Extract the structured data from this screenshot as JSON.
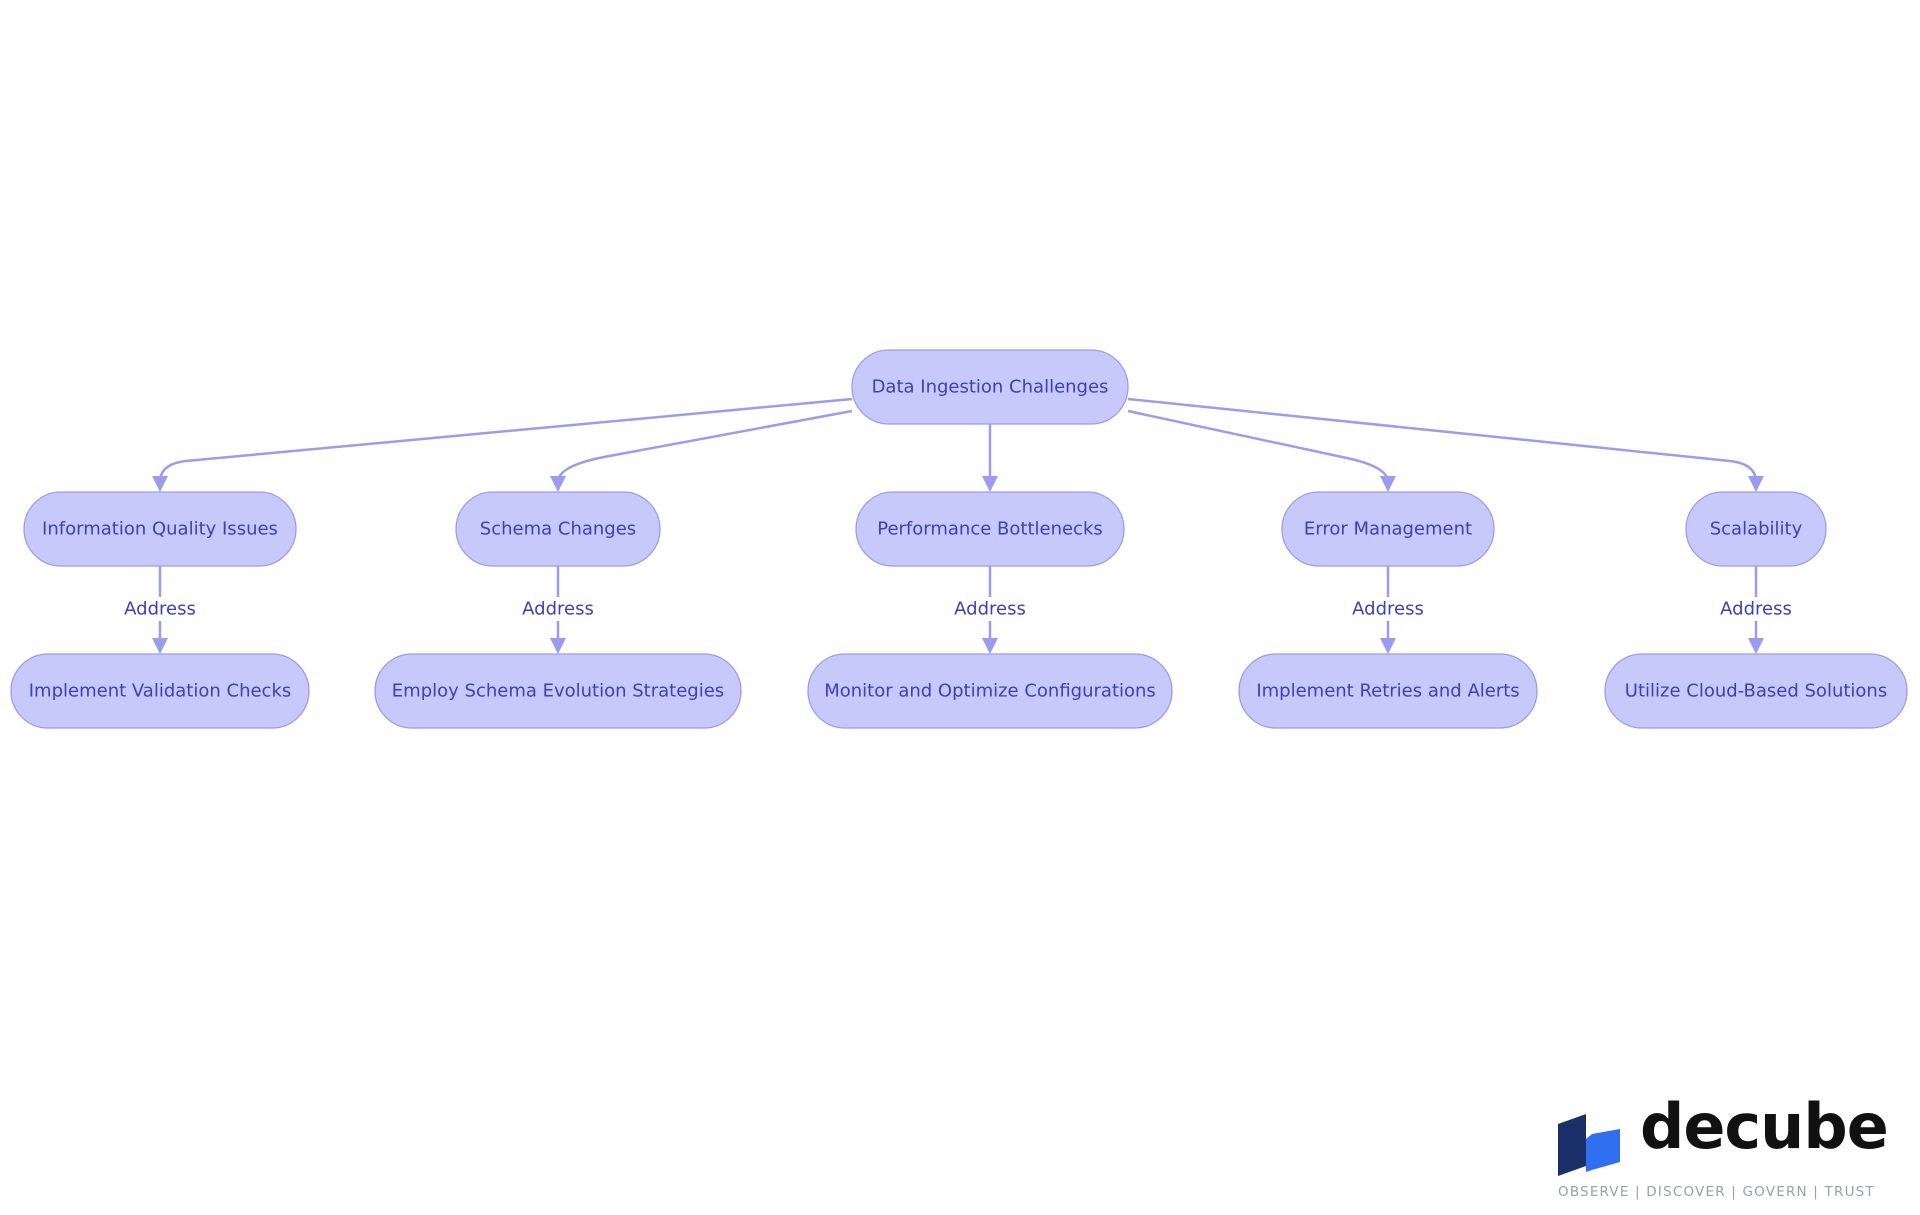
{
  "diagram": {
    "type": "flowchart",
    "root": {
      "id": "root",
      "label": "Data Ingestion Challenges"
    },
    "challenges": [
      {
        "id": "c1",
        "label": "Information Quality Issues"
      },
      {
        "id": "c2",
        "label": "Schema Changes"
      },
      {
        "id": "c3",
        "label": "Performance Bottlenecks"
      },
      {
        "id": "c4",
        "label": "Error Management"
      },
      {
        "id": "c5",
        "label": "Scalability"
      }
    ],
    "solutions": [
      {
        "id": "s1",
        "label": "Implement Validation Checks"
      },
      {
        "id": "s2",
        "label": "Employ Schema Evolution Strategies"
      },
      {
        "id": "s3",
        "label": "Monitor and Optimize Configurations"
      },
      {
        "id": "s4",
        "label": "Implement Retries and Alerts"
      },
      {
        "id": "s5",
        "label": "Utilize Cloud-Based Solutions"
      }
    ],
    "edge_label": "Address",
    "colors": {
      "node_fill": "#c8c9fb",
      "node_stroke": "#9a9cf0",
      "text": "#3b3fba",
      "edge": "#9a9cf0"
    }
  },
  "logo": {
    "wordmark": "decube",
    "tagline": "OBSERVE | DISCOVER | GOVERN | TRUST",
    "colors": {
      "mark_dark": "#1b2f6b",
      "mark_light": "#2f6ff0",
      "wordmark": "#111111",
      "tagline": "#9aa0a8"
    }
  }
}
